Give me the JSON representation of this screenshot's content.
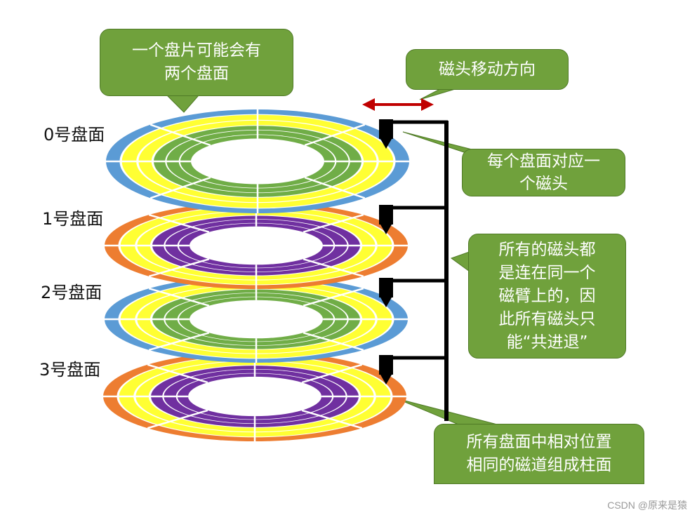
{
  "platters": [
    {
      "label": "0号盘面",
      "scheme": "blue"
    },
    {
      "label": "1号盘面",
      "scheme": "orange"
    },
    {
      "label": "2号盘面",
      "scheme": "blue"
    },
    {
      "label": "3号盘面",
      "scheme": "orange"
    }
  ],
  "colors": {
    "blue": {
      "outer": "#5b9bd5",
      "mid": "#ffff33",
      "inner": "#70ad47"
    },
    "orange": {
      "outer": "#ed7d31",
      "mid": "#ffff33",
      "inner": "#7030a0"
    },
    "callout_fill": "#70a13c",
    "arm": "#000000",
    "arrow": "#c00000"
  },
  "callouts": {
    "two_surfaces": "一个盘片可能会有\n两个盘面",
    "head_direction": "磁头移动方向",
    "one_head": "每个盘面对应一\n个磁头",
    "same_arm": "所有的磁头都\n是连在同一个\n磁臂上的，因\n此所有磁头只\n能“共进退”",
    "cylinder": "所有盘面中相对位置\n相同的磁道组成柱面"
  },
  "watermark": "CSDN @原来是猿"
}
